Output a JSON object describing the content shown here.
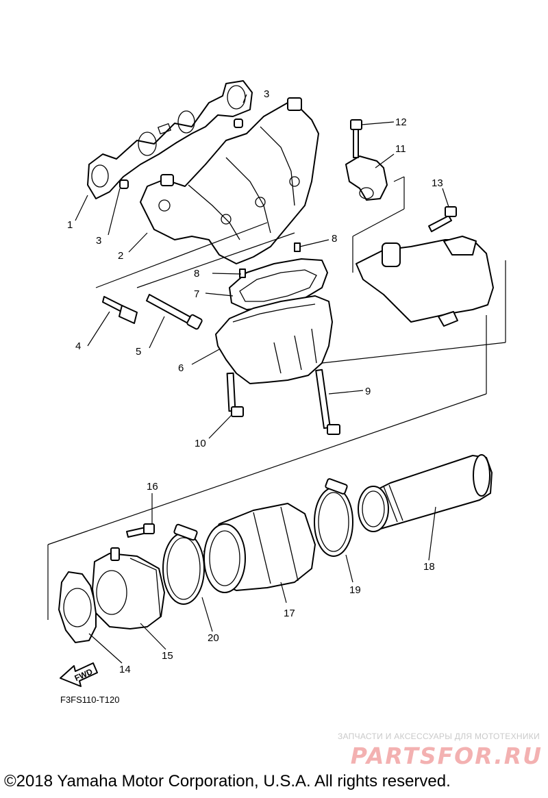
{
  "diagram": {
    "code": "F3FS110-T120",
    "fwd_label": "FWD",
    "callouts": [
      "1",
      "2",
      "3",
      "3",
      "4",
      "5",
      "6",
      "7",
      "8",
      "8",
      "9",
      "10",
      "11",
      "12",
      "13",
      "14",
      "15",
      "16",
      "17",
      "18",
      "19",
      "20"
    ]
  },
  "watermark": {
    "tagline": "ЗАПЧАСТИ И АКСЕССУАРЫ ДЛЯ МОТОТЕХНИКИ",
    "logo": "PARTSFOR.RU"
  },
  "footer": {
    "copyright": "©2018 Yamaha Motor Corporation, U.S.A. All rights reserved."
  },
  "colors": {
    "line": "#000000",
    "watermark_logo": "#f3b1b1",
    "watermark_text": "#c9c9c9"
  }
}
